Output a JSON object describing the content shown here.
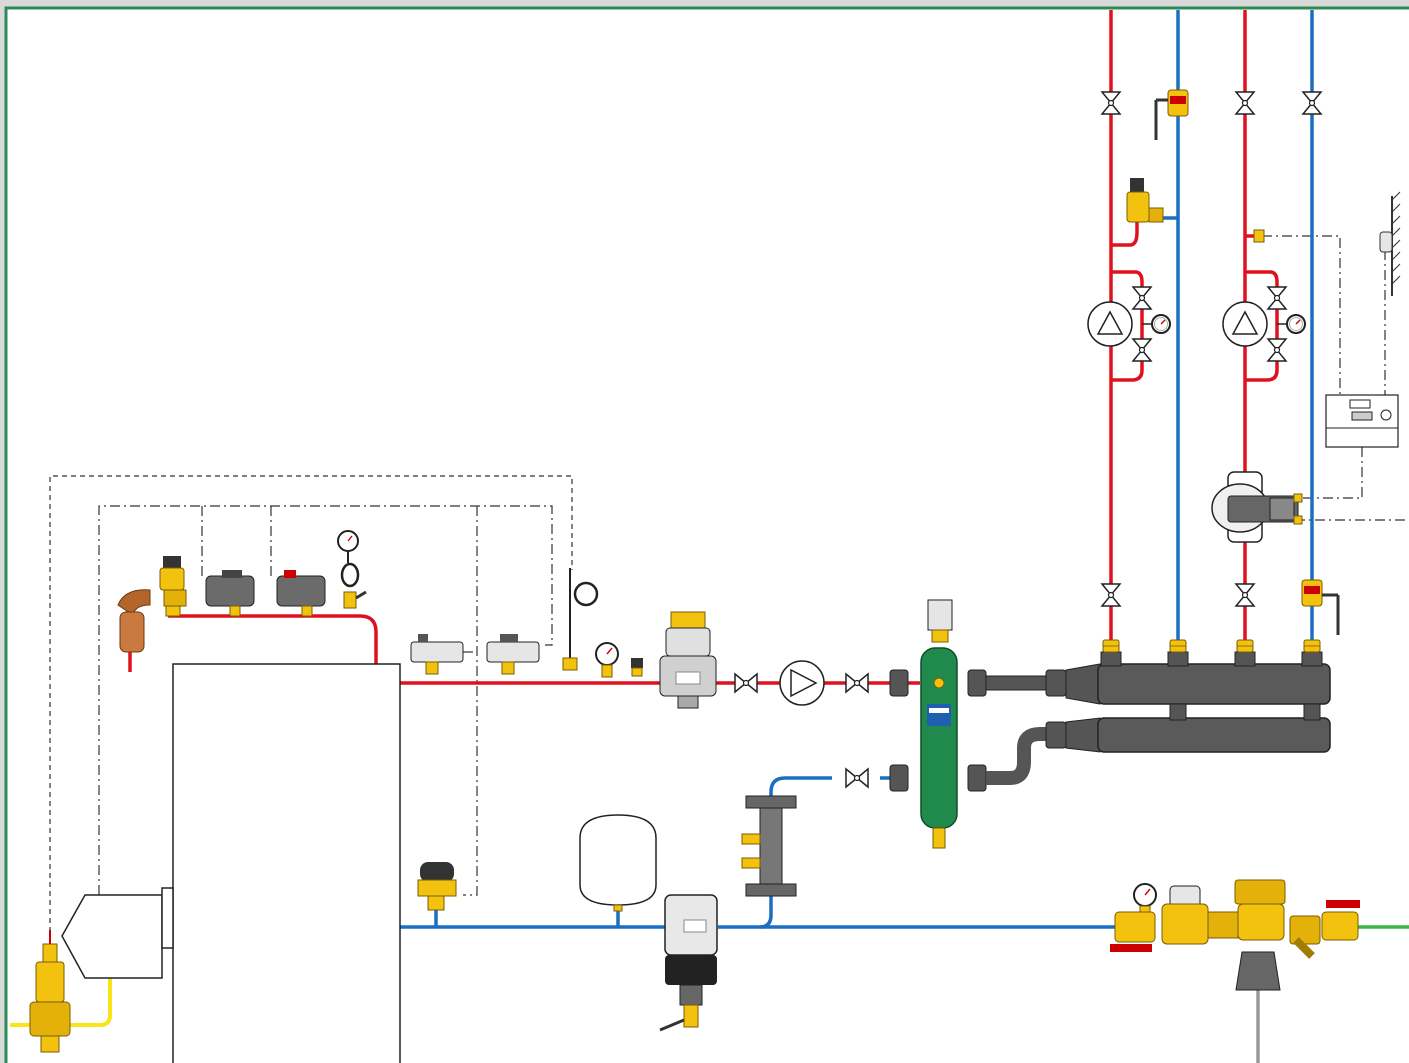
{
  "diagram": {
    "colors": {
      "frame_border": "#2e8b57",
      "background": "#ffffff",
      "outer_background": "#d9d9d9",
      "flow_pipe": "#e0101e",
      "return_pipe": "#1a6fc0",
      "gas_pipe": "#f7e41a",
      "cold_water_pipe": "#3bb54a",
      "drain_pipe": "#9a9a9a",
      "brass": "#f2c20f",
      "separator_body": "#1f8a4c",
      "manifold": "#555555",
      "electrical_line": "#333333"
    },
    "components": {
      "boiler": "boiler",
      "burner": "burner",
      "gas_valve": "gas-valve",
      "safety_valve": "safety-valve",
      "pressure_switches": "pressure-switch",
      "pressure_gauge": "pressure-gauge",
      "thermometer": "thermometer",
      "dirt_separator": "dirt-separator",
      "circulation_pump": "circulation-pump",
      "shutoff_valves": "gate-valve",
      "hydraulic_separator": "hydraulic-separator",
      "manifold": "manifold",
      "zone_pumps": "zone-pump",
      "mixing_valve": "mixing-valve",
      "controller": "controller",
      "outdoor_sensor": "outdoor-sensor",
      "expansion_vessel": "expansion-vessel",
      "magnetic_filter": "magnetic-dirt-separator",
      "filling_group": "filling-group",
      "strainer": "strainer",
      "ball_valves": "ball-valve",
      "flow_meter": "flow-meter"
    }
  }
}
